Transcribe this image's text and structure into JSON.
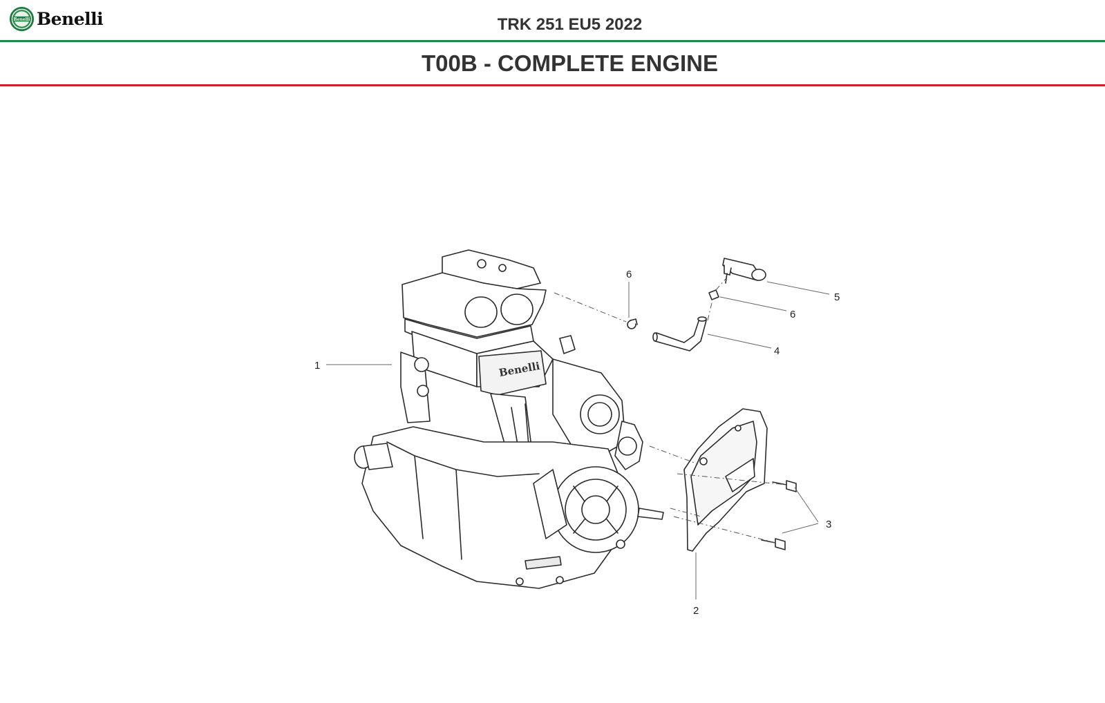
{
  "header": {
    "logo_text": "Benelli",
    "model_title": "TRK 251 EU5 2022",
    "section_title": "T00B - COMPLETE ENGINE"
  },
  "colors": {
    "header_rule": "#1a8a4a",
    "title_rule": "#d0202a"
  },
  "diagram": {
    "engine_brand_text": "Benelli",
    "callouts": [
      {
        "label": "1",
        "part": "complete-engine"
      },
      {
        "label": "2",
        "part": "sprocket-cover"
      },
      {
        "label": "3",
        "part": "cover-screws"
      },
      {
        "label": "4",
        "part": "breather-hose"
      },
      {
        "label": "5",
        "part": "sensor"
      },
      {
        "label": "6",
        "part": "hose-clamp-left"
      },
      {
        "label": "6",
        "part": "hose-clamp-right"
      }
    ]
  }
}
